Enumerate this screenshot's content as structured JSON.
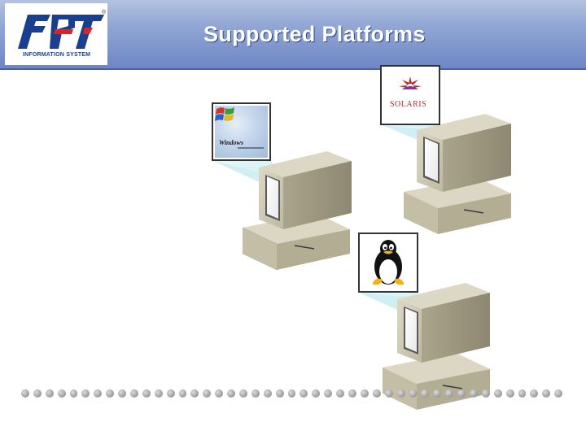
{
  "header": {
    "title": "Supported Platforms",
    "logo": {
      "brand": "FPT",
      "subtitle": "INFORMATION SYSTEM",
      "registered": "®"
    }
  },
  "platforms": [
    {
      "name": "Windows",
      "thumb_text": "Windows",
      "icon": "windows-logo-icon"
    },
    {
      "name": "Solaris",
      "thumb_text": "SOLARIS",
      "icon": "solaris-logo-icon"
    },
    {
      "name": "Linux",
      "thumb_text": "",
      "icon": "tux-penguin-icon"
    }
  ],
  "colors": {
    "header_blue": "#7f96cf",
    "logo_blue": "#1b3f8f",
    "logo_red": "#d5262b",
    "beam": "#c9eef3",
    "computer_body": "#cfc9b3"
  },
  "footer": {
    "decoration": "dotted-rule",
    "dot_count": 45
  }
}
